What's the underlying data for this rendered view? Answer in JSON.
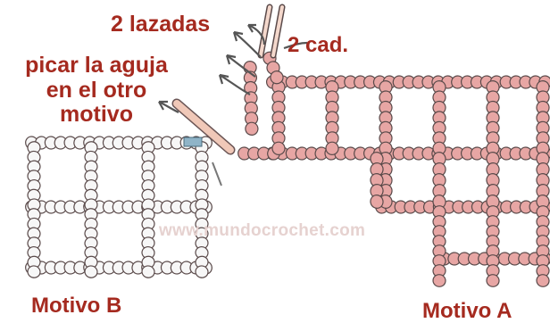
{
  "labels": {
    "two_yarn_overs": "2 lazadas",
    "two_chains": "2 cad.",
    "insert_hook_l1": "picar la aguja",
    "insert_hook_l2": "en el otro",
    "insert_hook_l3": "motivo",
    "motif_b": "Motivo B",
    "motif_a": "Motivo A"
  },
  "watermark": "www.mundocrochet.com",
  "colors": {
    "label_text": "#a52a1f",
    "motif_a_yarn": "#e7a6a4",
    "motif_b_yarn": "#f7f7f7",
    "outline": "#5a4a4a",
    "hook": "#f0c8b8",
    "arrow": "#555555"
  },
  "icons": [
    "crochet-hook-icon",
    "arrow-icon"
  ]
}
